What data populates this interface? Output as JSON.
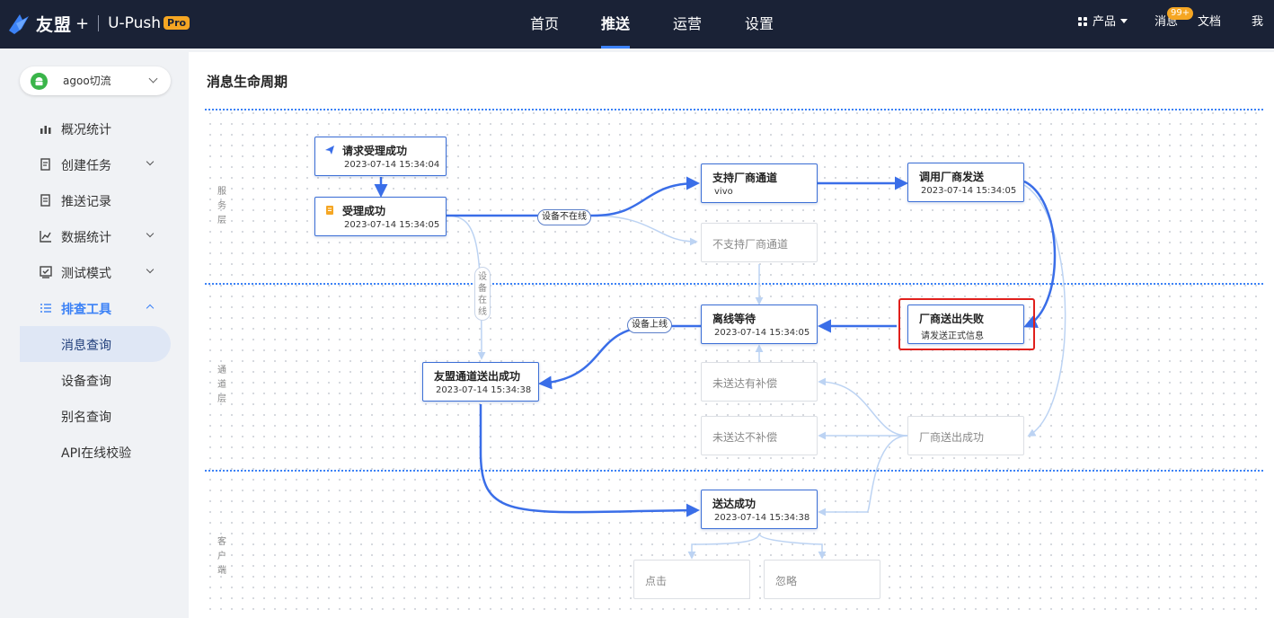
{
  "header": {
    "brand": "友盟",
    "brand_plus": "+",
    "product": "U-Push",
    "pro_badge": "Pro",
    "nav": [
      {
        "label": "首页",
        "active": false
      },
      {
        "label": "推送",
        "active": true
      },
      {
        "label": "运营",
        "active": false
      },
      {
        "label": "设置",
        "active": false
      }
    ],
    "products_label": "产品",
    "messages_label": "消息",
    "messages_badge": "99+",
    "docs_label": "文档",
    "mine_label": "我的"
  },
  "sidebar": {
    "app_name": "agoo切流",
    "items": [
      {
        "label": "概况统计",
        "icon": "bar-chart-icon",
        "has_chevron": false
      },
      {
        "label": "创建任务",
        "icon": "create-task-icon",
        "has_chevron": true
      },
      {
        "label": "推送记录",
        "icon": "record-icon",
        "has_chevron": false
      },
      {
        "label": "数据统计",
        "icon": "line-chart-icon",
        "has_chevron": true
      },
      {
        "label": "测试模式",
        "icon": "test-icon",
        "has_chevron": true
      },
      {
        "label": "排查工具",
        "icon": "list-icon",
        "has_chevron": true,
        "open": true
      }
    ],
    "sub_items": [
      {
        "label": "消息查询",
        "active": true
      },
      {
        "label": "设备查询",
        "active": false
      },
      {
        "label": "别名查询",
        "active": false
      },
      {
        "label": "API在线校验",
        "active": false
      }
    ]
  },
  "main": {
    "title": "消息生命周期",
    "layers": {
      "service": [
        "服",
        "务",
        "层"
      ],
      "channel": [
        "通",
        "道",
        "层"
      ],
      "client": [
        "客",
        "户",
        "端"
      ]
    },
    "nodes": {
      "request_accepted": {
        "title": "请求受理成功",
        "time": "2023-07-14 15:34:04"
      },
      "accepted": {
        "title": "受理成功",
        "time": "2023-07-14 15:34:05"
      },
      "vendor_supported": {
        "title": "支持厂商通道",
        "detail": "vivo"
      },
      "vendor_call": {
        "title": "调用厂商发送",
        "time": "2023-07-14 15:34:05"
      },
      "vendor_unsupported": {
        "title": "不支持厂商通道"
      },
      "offline_wait": {
        "title": "离线等待",
        "time": "2023-07-14 15:34:05"
      },
      "vendor_failed": {
        "title": "厂商送出失败",
        "detail": "请发送正式信息"
      },
      "umeng_sent": {
        "title": "友盟通道送出成功",
        "time": "2023-07-14 15:34:38"
      },
      "undelivered_comp": {
        "title": "未送达有补偿"
      },
      "undelivered_nocomp": {
        "title": "未送达不补偿"
      },
      "vendor_sent": {
        "title": "厂商送出成功"
      },
      "delivered": {
        "title": "送达成功",
        "time": "2023-07-14 15:34:38"
      },
      "clicked": {
        "title": "点击"
      },
      "ignored": {
        "title": "忽略"
      }
    },
    "edge_labels": {
      "device_offline": "设备不在线",
      "device_online_chars": [
        "设",
        "备",
        "在",
        "线"
      ],
      "device_up": "设备上线"
    }
  },
  "colors": {
    "accent": "#3c82f6",
    "topbar": "#1a2236",
    "highlight": "#e0201c",
    "pro_badge": "#f5a623"
  }
}
